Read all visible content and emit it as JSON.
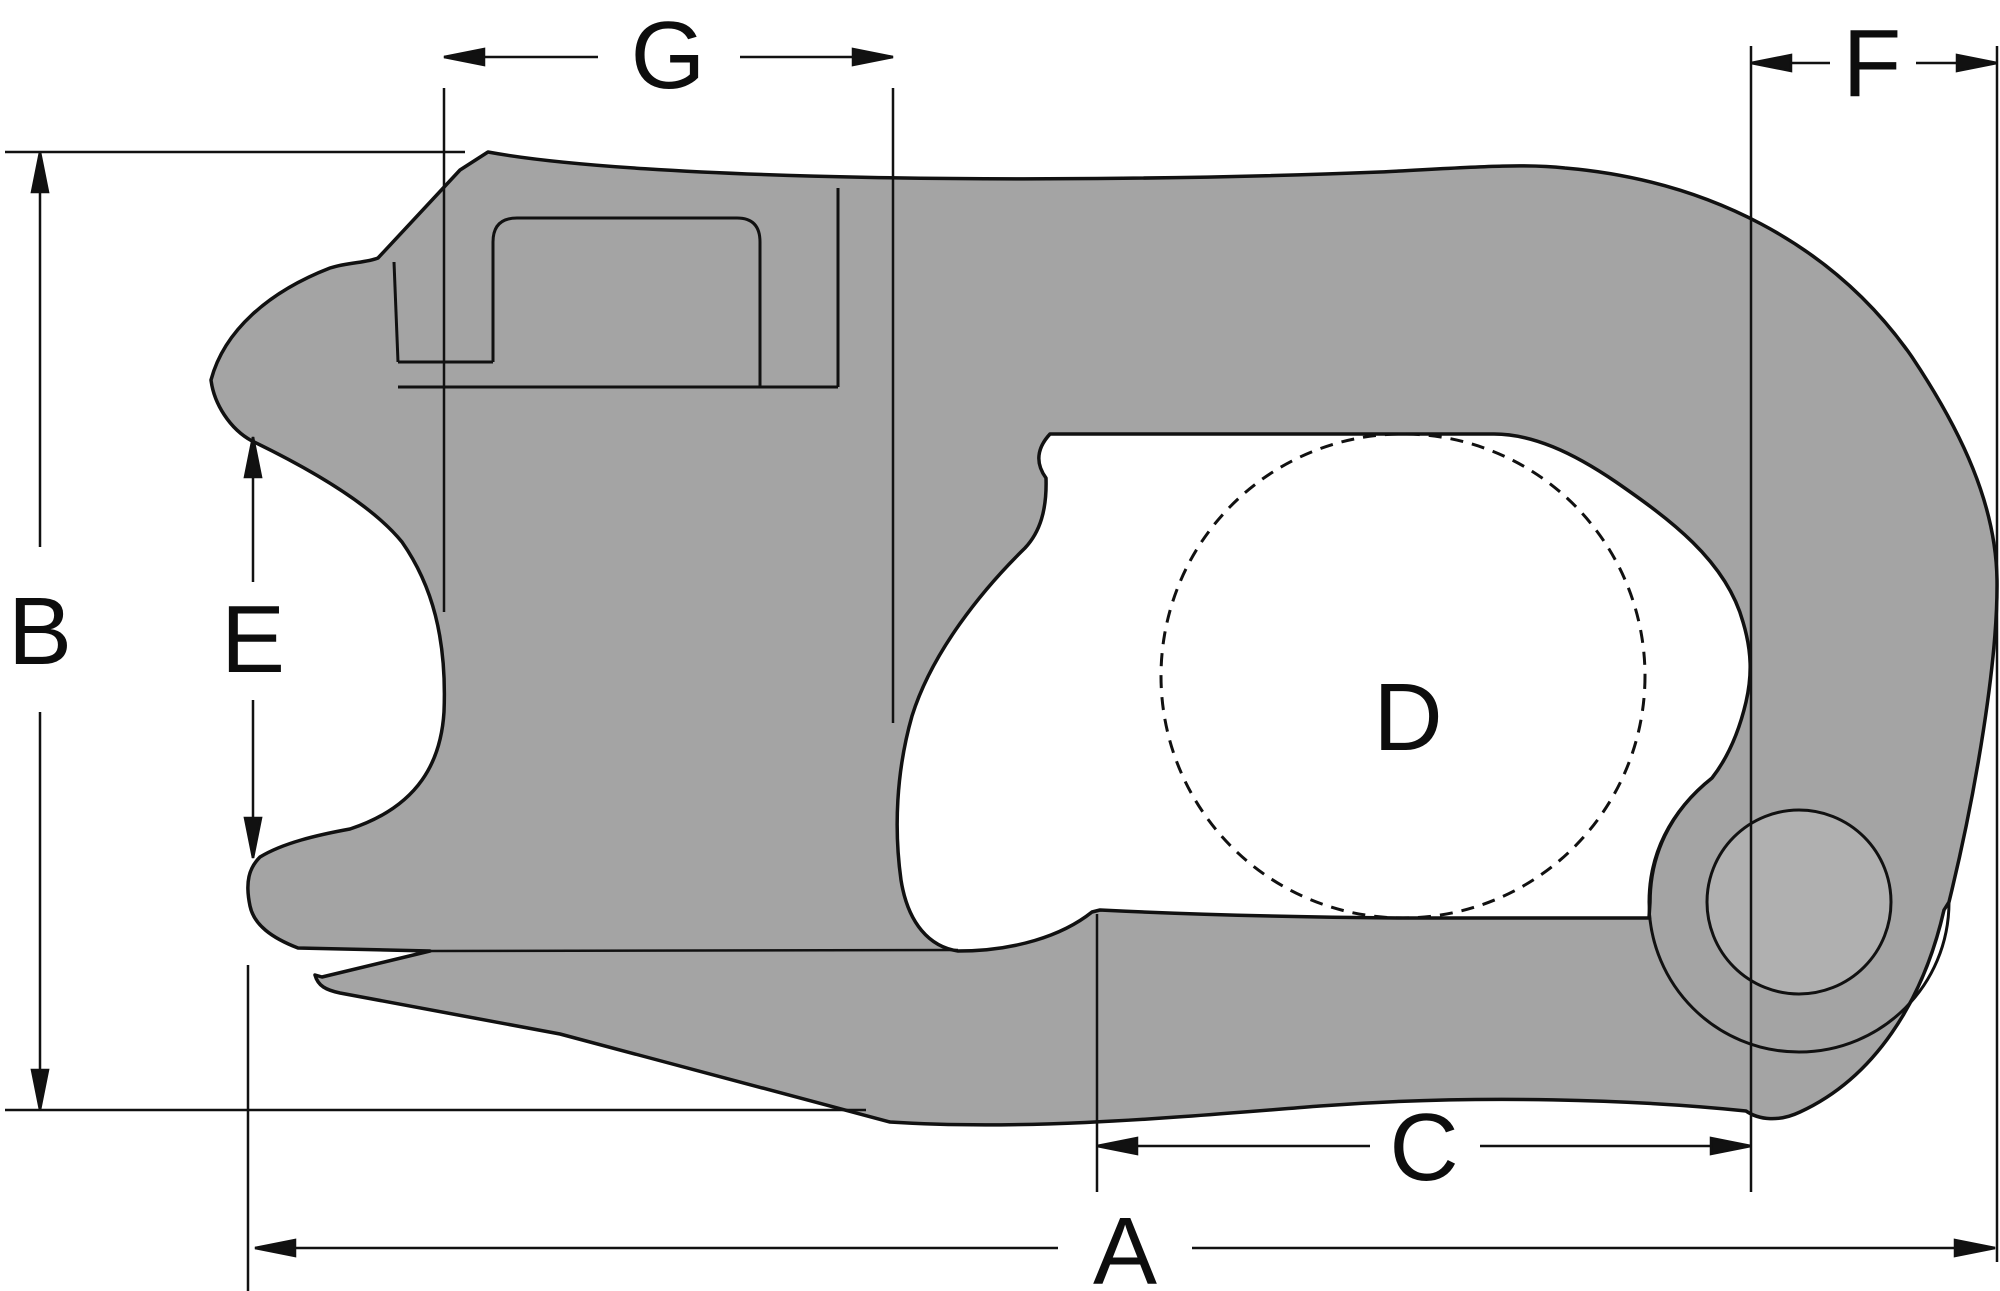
{
  "figure": {
    "type": "technical-dimension-diagram",
    "subject": "side profile of a gray cast hook / clamp part with dimension callouts",
    "background": "#ffffff"
  },
  "colors": {
    "part_fill": "#a4a4a4",
    "pin_fill": "#b0b0b0",
    "line_color": "#111111",
    "label_color": "#0d0d0d"
  },
  "dims": {
    "A": {
      "label": "A",
      "orientation": "horizontal",
      "position": "bottom overall width"
    },
    "B": {
      "label": "B",
      "orientation": "vertical",
      "position": "left overall height"
    },
    "C": {
      "label": "C",
      "orientation": "horizontal",
      "position": "bottom right, throat tip to pin line"
    },
    "D": {
      "label": "D",
      "orientation": "diameter",
      "position": "center of dashed circle in cavity"
    },
    "E": {
      "label": "E",
      "orientation": "vertical",
      "position": "left jaw opening height"
    },
    "F": {
      "label": "F",
      "orientation": "horizontal",
      "position": "top right, pin line to outer edge"
    },
    "G": {
      "label": "G",
      "orientation": "horizontal",
      "position": "top left, across boss tab"
    }
  }
}
